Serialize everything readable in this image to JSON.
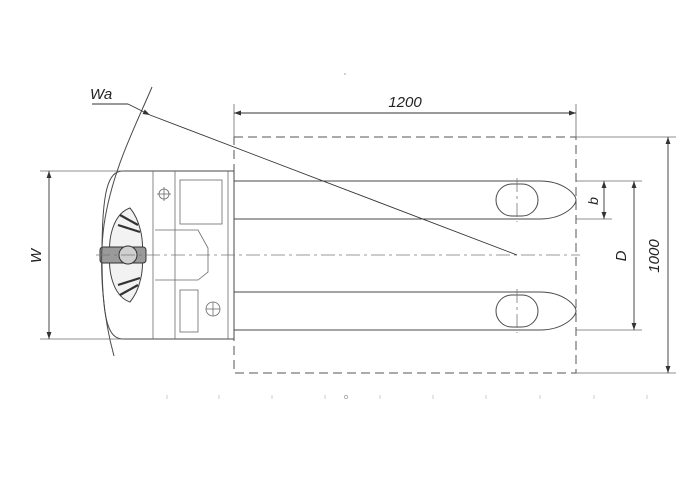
{
  "labels": {
    "length": "1200",
    "overall_width": "1000",
    "wa": "Wa",
    "w": "W",
    "d": "D",
    "b": "b"
  }
}
